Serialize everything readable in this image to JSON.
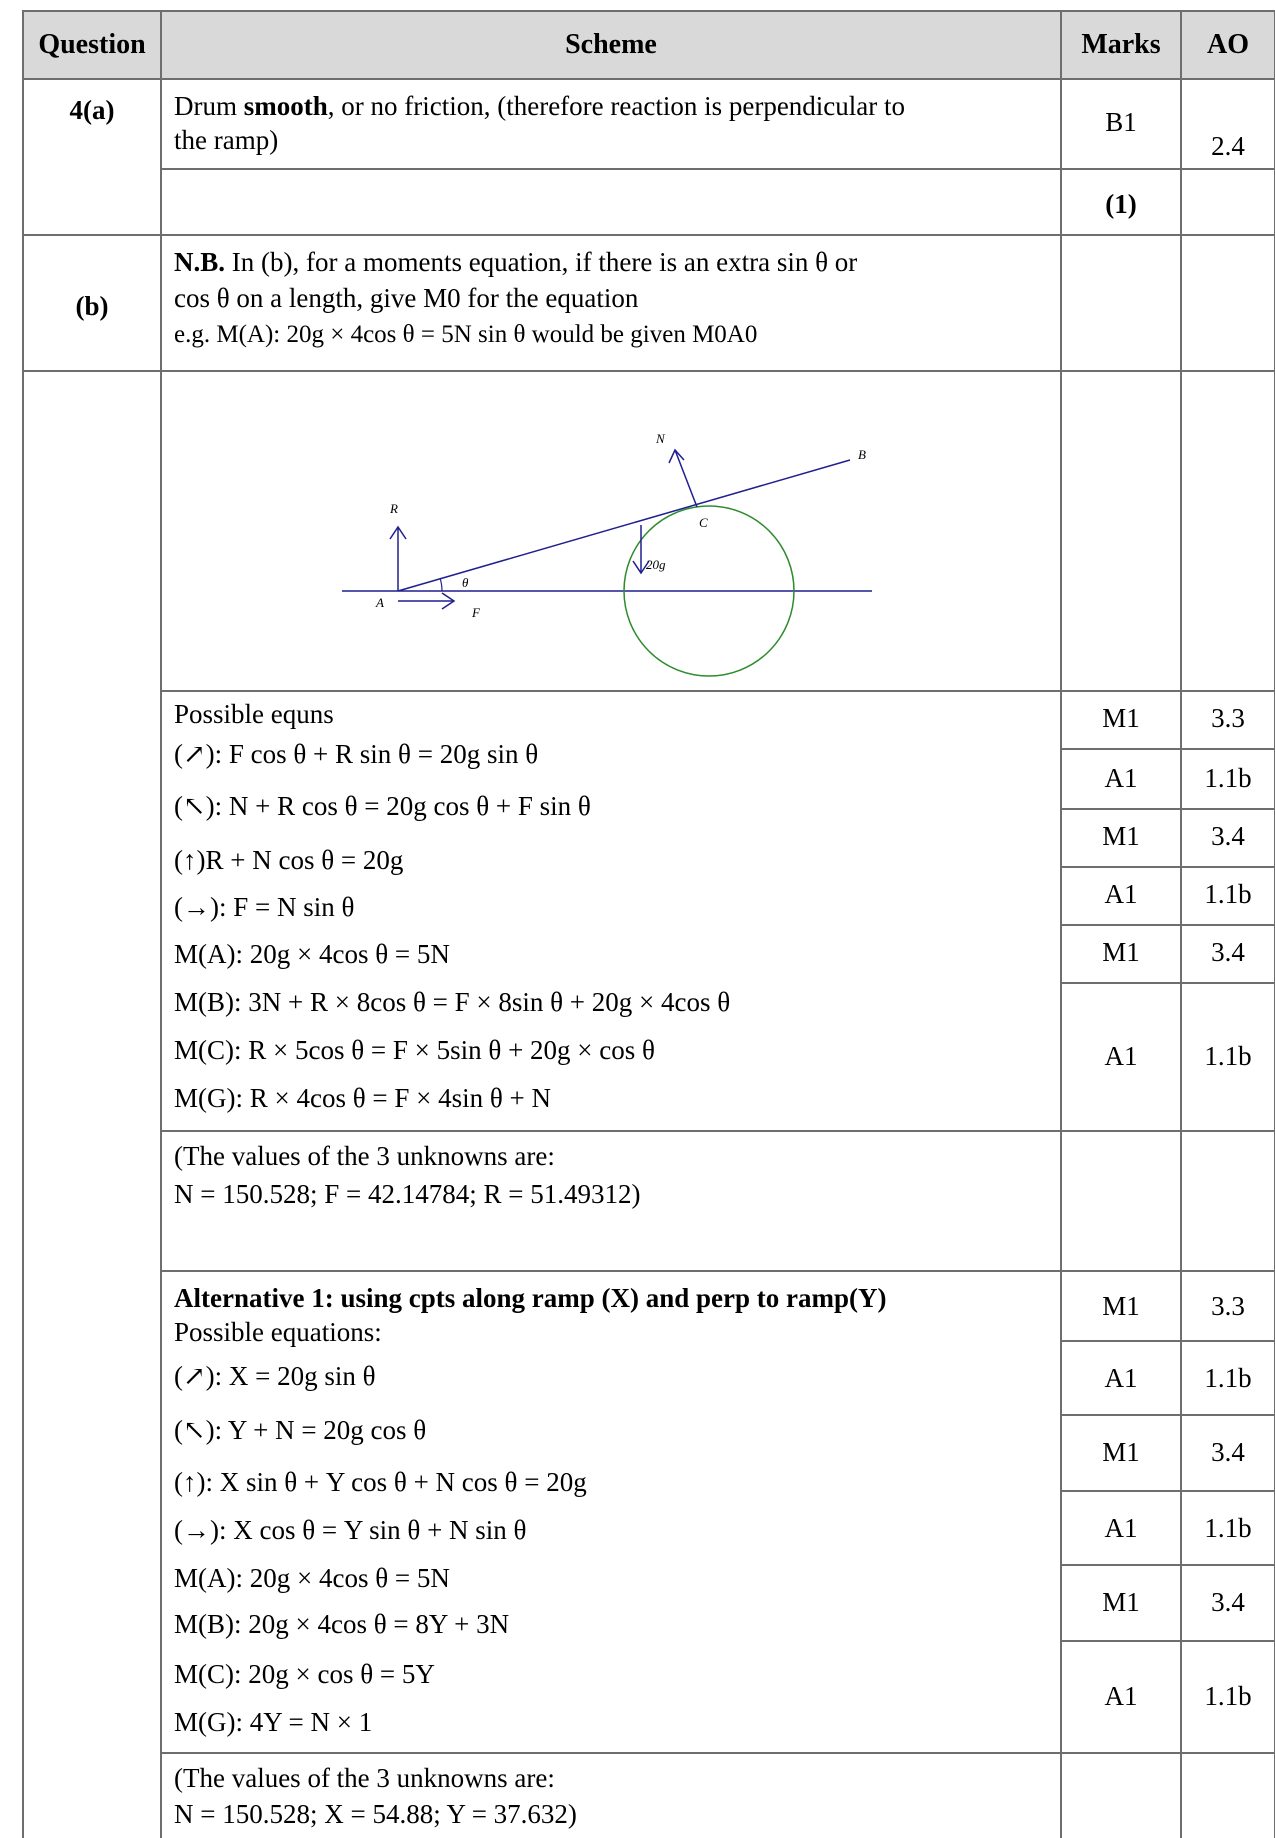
{
  "header": {
    "question": "Question",
    "scheme": "Scheme",
    "marks": "Marks",
    "ao": "AO"
  },
  "part_a": {
    "label": "4(a)",
    "line1_pre": "Drum ",
    "line1_bold": "smooth",
    "line1_post": ", or no friction, (therefore reaction is perpendicular to",
    "line2": "the ramp)",
    "mark": "B1",
    "ao": "2.4",
    "total": "(1)"
  },
  "part_b_note": {
    "label": "(b)",
    "nb": "N.B.",
    "line1": " In (b), for a moments equation, if there is an extra sin θ  or",
    "line2": "cos θ  on a length, give M0 for the equation",
    "line3": "e.g.  M(A):  20g × 4cos θ = 5N sin θ  would be given M0A0"
  },
  "diagram": {
    "labels": {
      "N": "N",
      "B": "B",
      "R": "R",
      "C": "C",
      "theta": "θ",
      "weight": "20g",
      "A": "A",
      "F": "F"
    },
    "colors": {
      "lines": "#1f1f8f",
      "drum": "#2e8b2e"
    }
  },
  "main": {
    "heading": "Possible equns",
    "equations": [
      "(↗): F cos θ + R sin θ = 20g sin θ",
      "(↖): N + R cos θ = 20g cos θ + F sin θ",
      "(↑)R + N cos θ = 20g",
      "(→): F = N sin θ",
      "M(A):  20g × 4cos θ = 5N",
      "M(B):  3N + R × 8cos θ = F × 8sin θ + 20g × 4cos θ",
      "M(C):  R × 5cos θ = F × 5sin θ + 20g × cos θ",
      "M(G):  R × 4cos θ = F × 4sin θ + N"
    ],
    "marks": [
      "M1",
      "A1",
      "M1",
      "A1",
      "M1",
      "A1"
    ],
    "ao": [
      "3.3",
      "1.1b",
      "3.4",
      "1.1b",
      "3.4",
      "1.1b"
    ]
  },
  "values1": {
    "line1": "(The values of the 3 unknowns are:",
    "line2": " N = 150.528; F = 42.14784; R = 51.49312)"
  },
  "alt1": {
    "heading": "Alternative 1:   using cpts along ramp (X) and perp to ramp(Y)",
    "subheading": "Possible equations:",
    "equations": [
      "(↗): X = 20g sin θ",
      "(↖): Y + N = 20g cos θ",
      "(↑): X sin θ + Y cos θ + N cos θ = 20g",
      "(→): X cos θ = Y sin θ + N sin θ",
      "M(A): 20g × 4cos θ = 5N",
      "M(B): 20g × 4cos θ = 8Y + 3N",
      "M(C): 20g × cos θ = 5Y",
      "M(G): 4Y = N × 1"
    ],
    "marks": [
      "M1",
      "A1",
      "M1",
      "A1",
      "M1",
      "A1"
    ],
    "ao": [
      "3.3",
      "1.1b",
      "3.4",
      "1.1b",
      "3.4",
      "1.1b"
    ]
  },
  "values2": {
    "line1": "(The values of the 3 unknowns are:",
    "line2": " N = 150.528; X = 54.88; Y = 37.632)"
  }
}
